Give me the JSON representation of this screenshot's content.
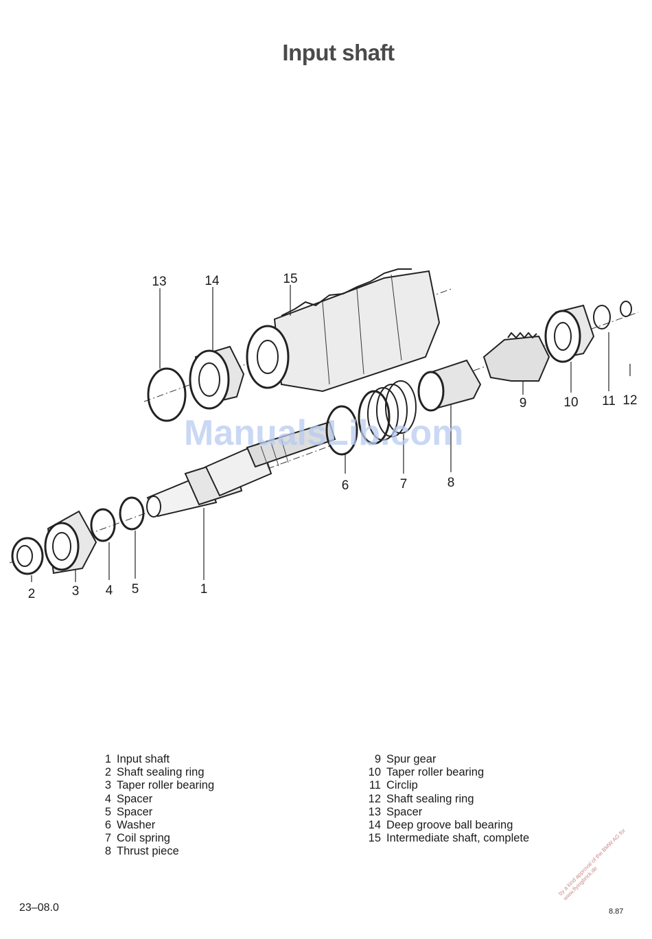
{
  "page": {
    "title": "Input shaft",
    "watermark": "ManualsLib.com",
    "page_code": "23–08.0",
    "date_code": "8.87",
    "approval_line1": "by a kind approval of the BMW AG for",
    "approval_line2": "www.flyingbrick.de"
  },
  "callouts": {
    "c1": "1",
    "c2": "2",
    "c3": "3",
    "c4": "4",
    "c5": "5",
    "c6": "6",
    "c7": "7",
    "c8": "8",
    "c9": "9",
    "c10": "10",
    "c11": "11",
    "c12": "12",
    "c13": "13",
    "c14": "14",
    "c15": "15"
  },
  "legend_left": [
    {
      "num": "1",
      "label": "Input shaft"
    },
    {
      "num": "2",
      "label": "Shaft sealing ring"
    },
    {
      "num": "3",
      "label": "Taper roller bearing"
    },
    {
      "num": "4",
      "label": "Spacer"
    },
    {
      "num": "5",
      "label": "Spacer"
    },
    {
      "num": "6",
      "label": "Washer"
    },
    {
      "num": "7",
      "label": "Coil spring"
    },
    {
      "num": "8",
      "label": "Thrust piece"
    }
  ],
  "legend_right": [
    {
      "num": "9",
      "label": "Spur gear"
    },
    {
      "num": "10",
      "label": "Taper roller bearing"
    },
    {
      "num": "11",
      "label": "Circlip"
    },
    {
      "num": "12",
      "label": "Shaft sealing ring"
    },
    {
      "num": "13",
      "label": "Spacer"
    },
    {
      "num": "14",
      "label": "Deep groove ball bearing"
    },
    {
      "num": "15",
      "label": "Intermediate shaft, complete"
    }
  ]
}
